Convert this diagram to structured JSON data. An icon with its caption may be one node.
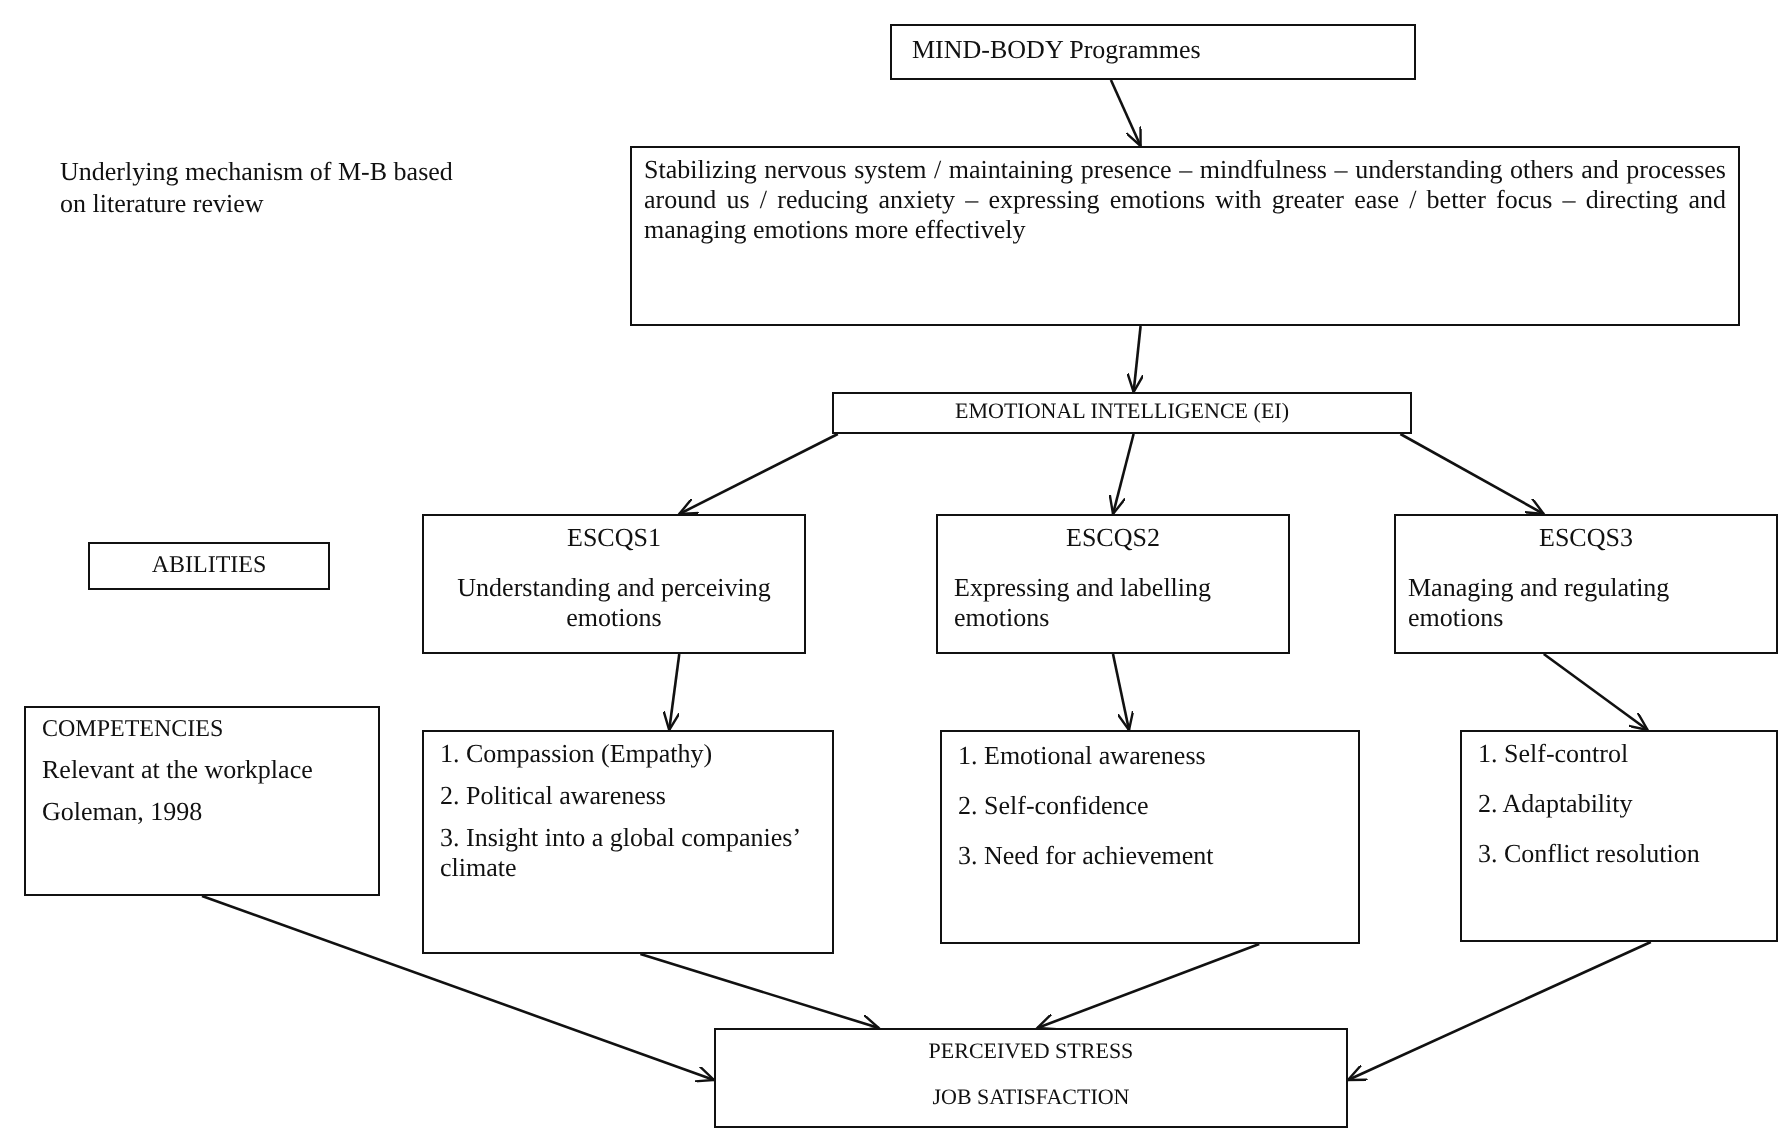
{
  "diagram": {
    "nodes": [
      {
        "text": [
          "MIND-BODY Programmes"
        ]
      },
      {
        "text": [
          "Stabilizing nervous system / maintaining presence – mindfulness – understanding others and processes around us / reducing anxiety – expressing emotions with greater ease / better focus – directing and managing emotions more effectively"
        ]
      },
      {
        "text": [
          "EMOTIONAL INTELLIGENCE (EI)"
        ]
      },
      {
        "text": [
          "ESCQS1",
          "Understanding and perceiving emotions"
        ]
      },
      {
        "text": [
          "ESCQS2",
          "Expressing and labelling emotions"
        ]
      },
      {
        "text": [
          "ESCQS3",
          "Managing and regulating emotions"
        ]
      },
      {
        "text": [
          "ABILITIES"
        ]
      },
      {
        "text": [
          "COMPETENCIES",
          "Relevant at the workplace",
          "Goleman, 1998"
        ]
      },
      {
        "text": [
          "1. Compassion (Empathy)",
          "2. Political awareness",
          "3. Insight into a global companies’ climate"
        ]
      },
      {
        "text": [
          "1. Emotional awareness",
          "2. Self-confidence",
          "3. Need for achievement"
        ]
      },
      {
        "text": [
          "1. Self-control",
          "2. Adaptability",
          "3. Conflict resolution"
        ]
      },
      {
        "text": [
          "PERCEIVED STRESS",
          "JOB SATISFACTION"
        ]
      }
    ],
    "edges": [
      {
        "from": 0,
        "to": 1,
        "arrow": "to"
      },
      {
        "from": 1,
        "to": 2,
        "arrow": "to"
      },
      {
        "from": 2,
        "to": 3,
        "arrow": "to"
      },
      {
        "from": 2,
        "to": 4,
        "arrow": "to"
      },
      {
        "from": 2,
        "to": 5,
        "arrow": "to"
      },
      {
        "from": 3,
        "to": 8,
        "arrow": "to"
      },
      {
        "from": 4,
        "to": 9,
        "arrow": "to"
      },
      {
        "from": 5,
        "to": 10,
        "arrow": "to"
      },
      {
        "from": 7,
        "to": 11,
        "arrow": "to"
      },
      {
        "from": 8,
        "to": 11,
        "arrow": "to"
      },
      {
        "from": 9,
        "to": 11,
        "arrow": "to"
      },
      {
        "from": 10,
        "to": 11,
        "arrow": "to"
      }
    ],
    "labels": [
      "Underlying mechanism of M-B based on literature review"
    ]
  }
}
